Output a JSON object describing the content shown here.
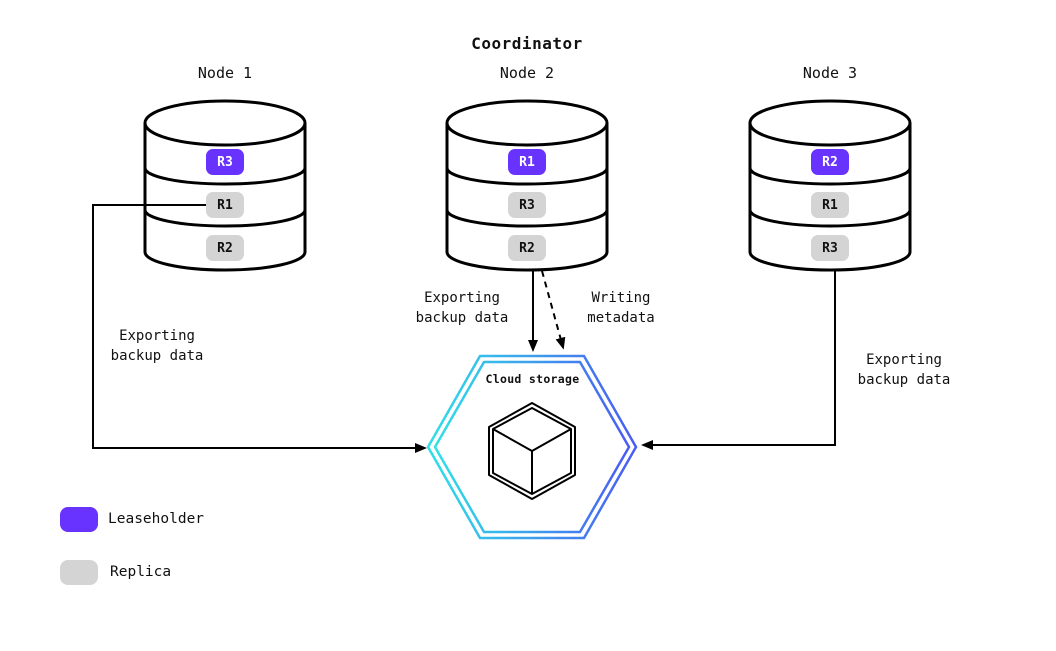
{
  "title": "Coordinator",
  "cloud": {
    "label": "Cloud storage"
  },
  "nodes": [
    {
      "label": "Node 1",
      "replicas": [
        {
          "id": "R3",
          "type": "leaseholder"
        },
        {
          "id": "R1",
          "type": "replica"
        },
        {
          "id": "R2",
          "type": "replica"
        }
      ]
    },
    {
      "label": "Node 2",
      "replicas": [
        {
          "id": "R1",
          "type": "leaseholder"
        },
        {
          "id": "R3",
          "type": "replica"
        },
        {
          "id": "R2",
          "type": "replica"
        }
      ]
    },
    {
      "label": "Node 3",
      "replicas": [
        {
          "id": "R2",
          "type": "leaseholder"
        },
        {
          "id": "R1",
          "type": "replica"
        },
        {
          "id": "R3",
          "type": "replica"
        }
      ]
    }
  ],
  "edge_labels": {
    "node1_export": "Exporting\nbackup data",
    "node2_export": "Exporting\nbackup data",
    "node2_metadata": "Writing\nmetadata",
    "node3_export": "Exporting\nbackup data"
  },
  "legend": [
    {
      "label": "Leaseholder",
      "type": "leaseholder"
    },
    {
      "label": "Replica",
      "type": "replica"
    }
  ],
  "colors": {
    "leaseholder": "#6933ff",
    "replica": "#d4d4d4",
    "hexagon-start": "#2fe0e6",
    "hexagon-end": "#4a5cf2"
  }
}
